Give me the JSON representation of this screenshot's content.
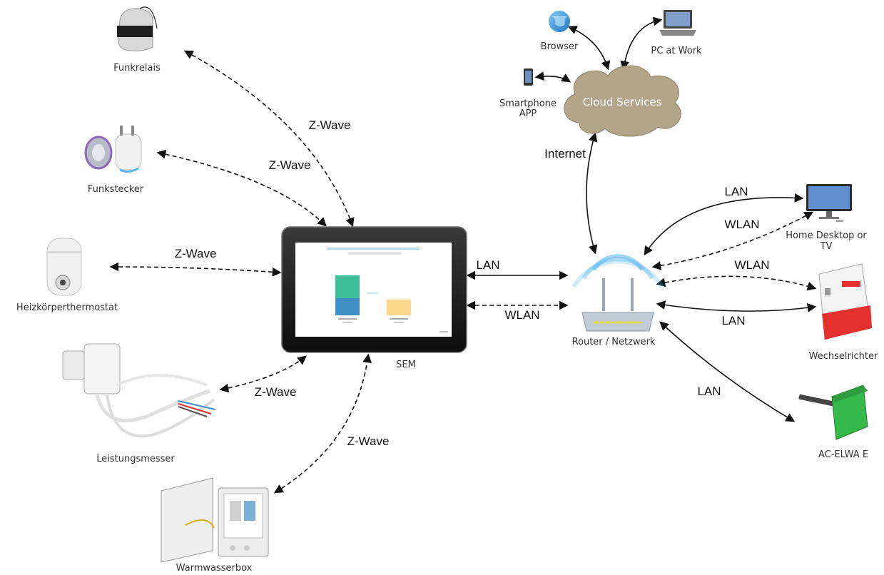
{
  "nodes": {
    "funkrelais": "Funkrelais",
    "funkstecker": "Funkstecker",
    "heizkoerperthermostat": "Heizkörperthermostat",
    "leistungsmesser": "Leistungsmesser",
    "warmwasserbox": "Warmwasserbox",
    "sem": "SEM",
    "router": "Router / Netzwerk",
    "cloud": "Cloud Services",
    "browser": "Browser",
    "pc_work": "PC at Work",
    "smartphone": "Smartphone APP",
    "home_desktop": "Home Desktop or TV",
    "wechselrichter": "Wechselrichter",
    "ac_elwa": "AC-ELWA E"
  },
  "edges": {
    "zwave_funkrelais": "Z-Wave",
    "zwave_funkstecker": "Z-Wave",
    "zwave_thermostat": "Z-Wave",
    "zwave_leistungsmesser": "Z-Wave",
    "zwave_warmwasserbox": "Z-Wave",
    "sem_router_lan": "LAN",
    "sem_router_wlan": "WLAN",
    "internet": "Internet",
    "desktop_lan": "LAN",
    "desktop_wlan": "WLAN",
    "inverter_wlan": "WLAN",
    "inverter_lan": "LAN",
    "elwa_lan": "LAN"
  },
  "colors": {
    "cloud": "#b3a58a",
    "wifi": "#5ab6ec",
    "tablet_frame": "#1e1e1e",
    "bar_top": "#3fbf98",
    "bar_bottom": "#3f8ec6",
    "bar_small": "#fbd98c",
    "inverter_red": "#e63030",
    "elwa_green": "#35b94a"
  },
  "icons": [
    "globe-icon",
    "laptop-icon",
    "smartphone-icon",
    "monitor-icon",
    "router-icon",
    "tablet-icon",
    "relay-icon",
    "plug-icon",
    "thermostat-icon",
    "meter-icon",
    "box-icon",
    "inverter-icon",
    "heater-icon"
  ]
}
